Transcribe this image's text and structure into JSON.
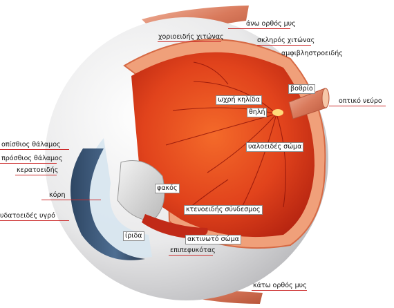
{
  "diagram": {
    "labels": {
      "superior_rectus": "άνω ορθός μυς",
      "choroid": "χοριοειδής χιτώνας",
      "sclera": "σκληρός χιτώνας",
      "retina": "αμφιβληστροειδής",
      "fovea": "βοθρίο",
      "optic_nerve": "οπτικό νεύρο",
      "macula": "ωχρή κηλίδα",
      "optic_papilla": "θηλή",
      "vitreous_body": "υαλοειδές σώμα",
      "posterior_chamber": "οπίσθιος θάλαμος",
      "anterior_chamber": "πρόσθιος θάλαμος",
      "cornea": "κερατοειδής",
      "lens": "φακός",
      "pupil": "κόρη",
      "suspensory_ligament": "κτενοειδής σύνδεσμος",
      "aqueous_humor": "υδατοειδές υγρό",
      "iris": "ίριδα",
      "ciliary_body": "ακτινωτό σώμα",
      "conjunctiva": "επιπεφυκότας",
      "inferior_rectus": "κάτω ορθός μυς"
    },
    "colors": {
      "leader_red": "#cc2a2a",
      "leader_black": "#222222",
      "vitreous": "#d8341a",
      "sclera": "#e6e6e6",
      "iris": "#3e5876",
      "muscle": "#d97a5c"
    }
  }
}
